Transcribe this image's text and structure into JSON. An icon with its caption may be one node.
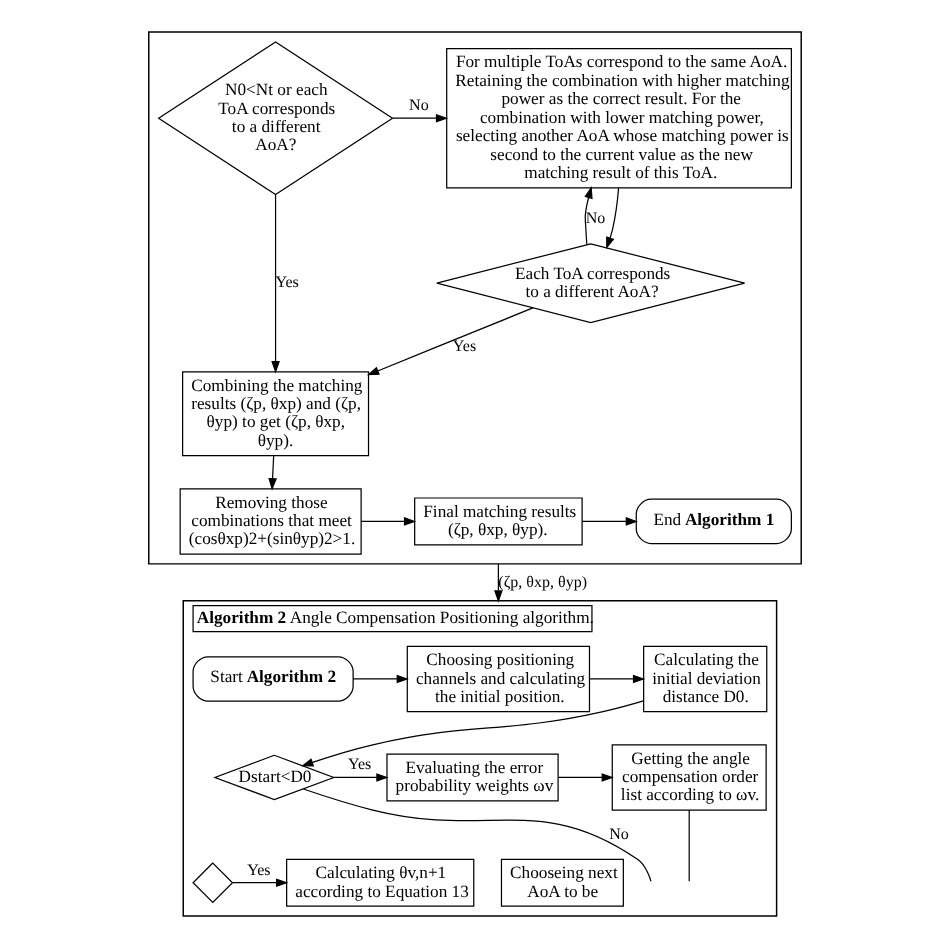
{
  "diagram": {
    "nodes": [
      {
        "text": [],
        "shape": "box"
      },
      {
        "text": [
          "N0<Nt or each ToA corresponds to a different AoA?"
        ],
        "in": 0
      },
      {
        "text": [
          "For multiple ToAs correspond to the same AoA. Retaining the combination with higher matching power as the correct result. For the combination with lower matching power, selecting another AoA whose matching power is second to the current value as the new matching result of this ToA."
        ],
        "in": 0
      },
      {
        "text": [
          "Each ToA corresponds to a different AoA?"
        ],
        "in": 0
      },
      {
        "text": [
          "Combining the matching results (ζp, θxp) and (ζp, θyp) to get (ζp, θxp, θyp)."
        ],
        "in": 0
      },
      {
        "text": [
          "Removing those combinations that meet (cosθxp)2+(sinθyp)2>1."
        ],
        "in": 0
      },
      {
        "text": [
          "Final matching results (ζp, θxp, θyp)."
        ],
        "in": 0
      },
      {
        "text": [
          "End **Algorithm 1**"
        ],
        "in": 0
      },
      {
        "text": [
          "**Algorithm 2** Angle Compensation Positioning algorithm."
        ]
      },
      {
        "text": [
          "Start **Algorithm 2**"
        ],
        "in": 8
      },
      {
        "text": [
          "Choosing positioning channels and calculating the initial position."
        ],
        "in": 8
      },
      {
        "text": [
          "Calculating the initial deviation distance D0."
        ],
        "in": 8
      },
      {
        "text": [
          "Dstart<D0"
        ],
        "in": 8
      },
      {
        "text": [
          "Evaluating the error probability weights ωv"
        ],
        "in": 8
      },
      {
        "text": [
          "Getting the angle compensation order list according to ωv."
        ],
        "in": 8
      },
      {
        "text": [
          "Chooseing next AoA to be"
        ],
        "in": 8
      },
      {
        "text": [],
        "shape": "diamond",
        "in": 8
      },
      {
        "text": [
          "Calculating θv,n+1 according to Equation 13"
        ],
        "in": 8
      }
    ],
    "edges": [
      {
        "from": 1,
        "to": 2,
        "arrow": "to",
        "label": "No"
      },
      {
        "from": 1,
        "to": 4,
        "arrow": "to",
        "label": "Yes"
      },
      {
        "from": 2,
        "to": 3,
        "arrow": "to"
      },
      {
        "from": 3,
        "to": 4,
        "arrow": "to",
        "label": "Yes"
      },
      {
        "from": 3,
        "to": 2,
        "arrow": "to",
        "label": "No"
      },
      {
        "from": 4,
        "to": 5,
        "arrow": "to"
      },
      {
        "from": 5,
        "to": 6,
        "arrow": "to"
      },
      {
        "from": 6,
        "to": 7,
        "arrow": "to"
      },
      {
        "from": 0,
        "to": 8,
        "arrow": "to",
        "label": "(ζp, θxp, θyp)"
      },
      {
        "from": 9,
        "to": 10,
        "arrow": "to"
      },
      {
        "from": 10,
        "to": 11,
        "arrow": "to"
      },
      {
        "from": 11,
        "to": 12,
        "arrow": "to"
      },
      {
        "from": 12,
        "to": 13,
        "arrow": "to",
        "label": "Yes"
      },
      {
        "from": 12,
        "to": null,
        "arrow": "none",
        "label": "No"
      },
      {
        "from": 13,
        "to": 14,
        "arrow": "to"
      },
      {
        "from": 14,
        "to": null,
        "arrow": "none"
      },
      {
        "from": 16,
        "to": 17,
        "arrow": "to",
        "label": "Yes"
      }
    ]
  }
}
